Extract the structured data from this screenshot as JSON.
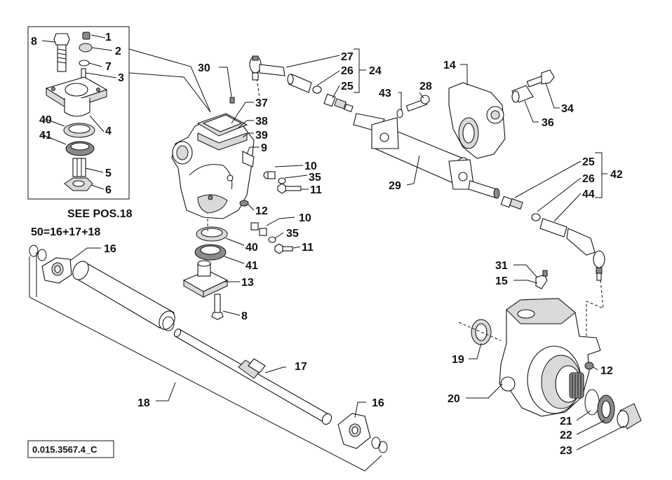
{
  "diagram": {
    "see_note": "SEE POS.18",
    "formula": "50=16+17+18",
    "reference_code": "0.015.3567.4_C",
    "callouts": {
      "c1": "1",
      "c2": "2",
      "c3": "3",
      "c4": "4",
      "c5": "5",
      "c6": "6",
      "c7": "7",
      "c8a": "8",
      "c40a": "40",
      "c41a": "41",
      "c30": "30",
      "c37": "37",
      "c38": "38",
      "c39": "39",
      "c9": "9",
      "c10a": "10",
      "c35a": "35",
      "c11a": "11",
      "c12a": "12",
      "c10b": "10",
      "c35b": "35",
      "c11b": "11",
      "c40b": "40",
      "c41b": "41",
      "c13": "13",
      "c8b": "8",
      "c27": "27",
      "c26a": "26",
      "c25a": "25",
      "c24": "24",
      "c43": "43",
      "c28": "28",
      "c14": "14",
      "c34": "34",
      "c36": "36",
      "c29": "29",
      "c25b": "25",
      "c26b": "26",
      "c44": "44",
      "c42": "42",
      "c31": "31",
      "c15": "15",
      "c16a": "16",
      "c16b": "16",
      "c17": "17",
      "c18": "18",
      "c19": "19",
      "c20": "20",
      "c12b": "12",
      "c21": "21",
      "c22": "22",
      "c23": "23"
    }
  }
}
